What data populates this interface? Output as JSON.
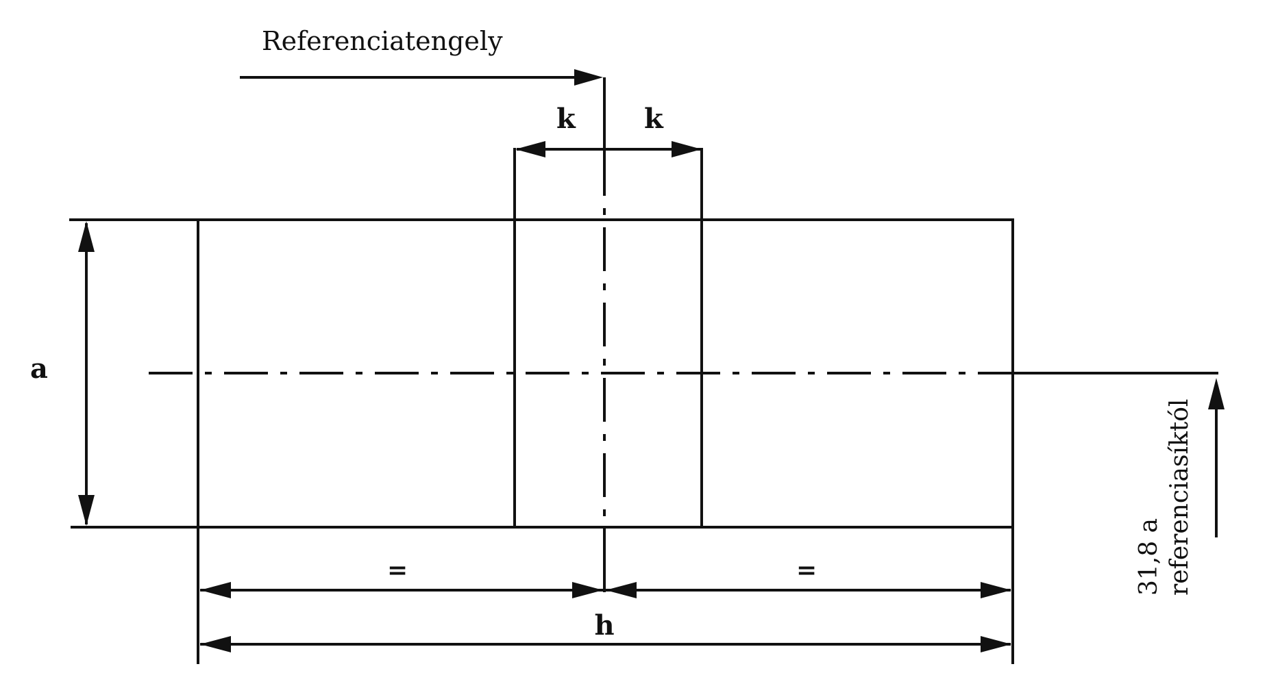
{
  "diagram": {
    "labels": {
      "reference_axis": "Referenciatengely",
      "k_left": "k",
      "k_right": "k",
      "a": "a",
      "equal_left": "=",
      "equal_right": "=",
      "h": "h",
      "side_note_line1": "31,8 a",
      "side_note_line2": "referenciasíktól"
    },
    "colors": {
      "ink": "#111111",
      "background": "#ffffff"
    }
  }
}
